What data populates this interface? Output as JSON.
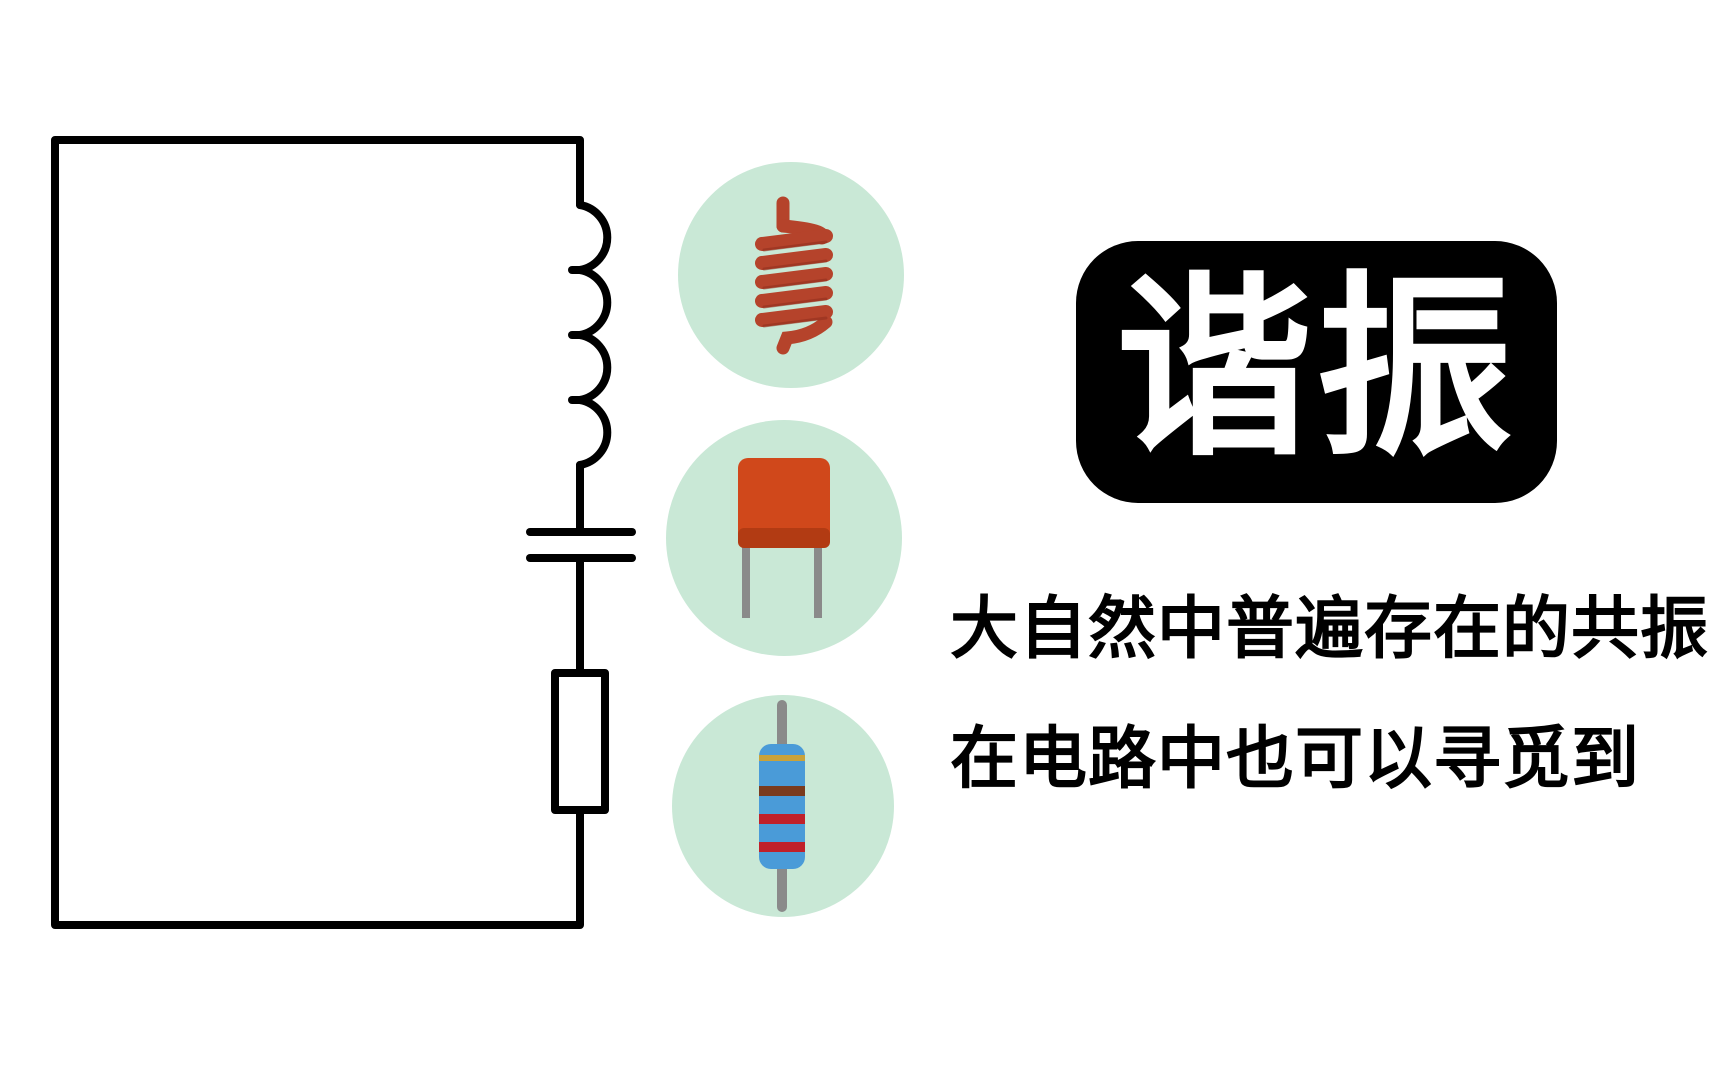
{
  "title": "谐振",
  "subtitle_lines": [
    "大自然中普遍存在的共振",
    "在电路中也可以寻觅到"
  ],
  "components": [
    {
      "name": "inductor",
      "icon": "coil-inductor-icon"
    },
    {
      "name": "capacitor",
      "icon": "film-capacitor-icon"
    },
    {
      "name": "resistor",
      "icon": "color-band-resistor-icon"
    }
  ],
  "colors": {
    "circuit_line": "#000000",
    "icon_circle_bg": "#c9e8d6",
    "inductor_copper": "#b5432b",
    "capacitor_body": "#d0481b",
    "capacitor_leads": "#8a8a8a",
    "resistor_body": "#4a9bd8",
    "resistor_band_brown": "#7a3b1e",
    "resistor_band_red": "#c0202a",
    "resistor_band_gold": "#c9a23a",
    "resistor_leads": "#8a8a8a",
    "title_bg": "#000000",
    "title_text": "#ffffff",
    "subtitle_text": "#000000"
  }
}
